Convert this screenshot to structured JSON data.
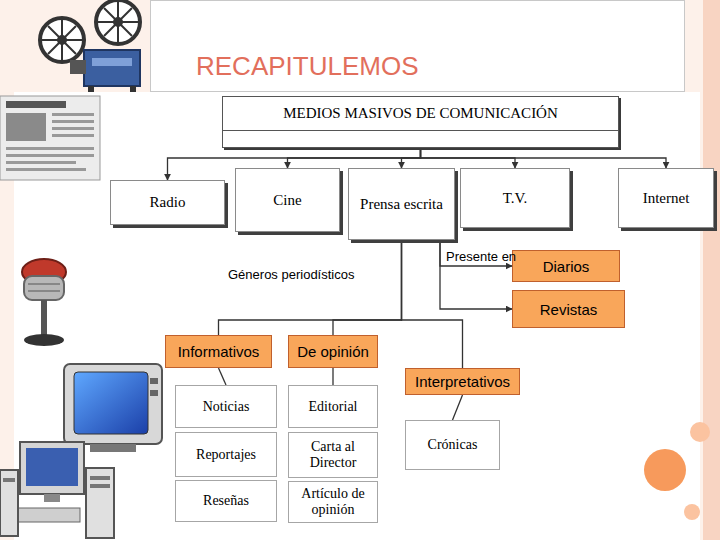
{
  "diagram": {
    "title": "RECAPITULEMOS",
    "nodes": [
      {
        "text": [
          "MEDIOS MASIVOS DE COMUNICACIÓN"
        ]
      },
      {
        "text": [
          "Radio"
        ]
      },
      {
        "text": [
          "Cine"
        ]
      },
      {
        "text": [
          "Prensa escrita"
        ]
      },
      {
        "text": [
          "T.V."
        ]
      },
      {
        "text": [
          "Internet"
        ]
      },
      {
        "text": [
          "Diarios"
        ]
      },
      {
        "text": [
          "Revistas"
        ]
      },
      {
        "text": [
          "Informativos"
        ]
      },
      {
        "text": [
          "De opinión"
        ]
      },
      {
        "text": [
          "Interpretativos"
        ]
      },
      {
        "text": [
          "Noticias"
        ]
      },
      {
        "text": [
          "Reportajes"
        ]
      },
      {
        "text": [
          "Reseñas"
        ]
      },
      {
        "text": [
          "Editorial"
        ]
      },
      {
        "text": [
          "Carta al Director"
        ]
      },
      {
        "text": [
          "Artículo de opinión"
        ]
      },
      {
        "text": [
          "Crónicas"
        ]
      }
    ],
    "edges": [
      {
        "from": 0,
        "to": 1,
        "arrow": "to"
      },
      {
        "from": 0,
        "to": 2,
        "arrow": "to"
      },
      {
        "from": 0,
        "to": 3,
        "arrow": "to"
      },
      {
        "from": 0,
        "to": 4,
        "arrow": "to"
      },
      {
        "from": 0,
        "to": 5,
        "arrow": "to"
      },
      {
        "from": 3,
        "to": 6,
        "label": "Presente en",
        "arrow": "to"
      },
      {
        "from": 3,
        "to": 7,
        "arrow": "to"
      },
      {
        "from": 3,
        "to": 8,
        "label": "Géneros periodísticos",
        "arrow": "none"
      },
      {
        "from": 3,
        "to": 9,
        "arrow": "none"
      },
      {
        "from": 3,
        "to": 10,
        "arrow": "none"
      },
      {
        "from": 8,
        "to": 11,
        "arrow": "none"
      },
      {
        "from": 9,
        "to": 14,
        "arrow": "none"
      },
      {
        "from": 10,
        "to": 17,
        "arrow": "none"
      }
    ]
  }
}
